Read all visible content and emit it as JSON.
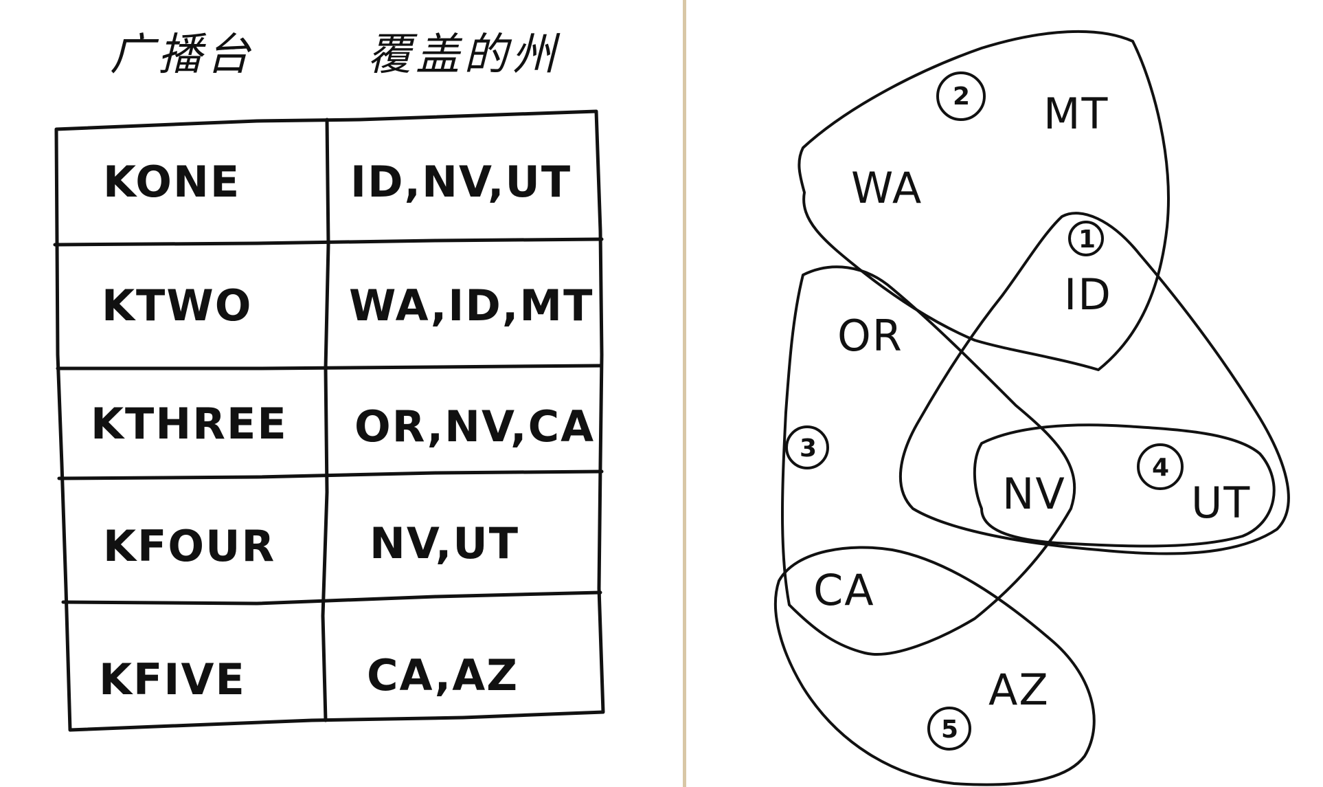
{
  "table": {
    "headers": {
      "station": "广播台",
      "states": "覆盖的州"
    },
    "rows": [
      {
        "station": "KONE",
        "states": "ID,NV,UT"
      },
      {
        "station": "KTWO",
        "states": "WA,ID,MT"
      },
      {
        "station": "KTHREE",
        "states": "OR,NV,CA"
      },
      {
        "station": "KFOUR",
        "states": "NV,UT"
      },
      {
        "station": "KFIVE",
        "states": "CA,AZ"
      }
    ]
  },
  "diagram": {
    "sets": [
      {
        "number": "1",
        "states": [
          "ID",
          "NV",
          "UT"
        ]
      },
      {
        "number": "2",
        "states": [
          "WA",
          "ID",
          "MT"
        ]
      },
      {
        "number": "3",
        "states": [
          "OR",
          "NV",
          "CA"
        ]
      },
      {
        "number": "4",
        "states": [
          "NV",
          "UT"
        ]
      },
      {
        "number": "5",
        "states": [
          "CA",
          "AZ"
        ]
      }
    ],
    "state_labels": {
      "wa": "WA",
      "mt": "MT",
      "id": "ID",
      "or": "OR",
      "nv": "NV",
      "ut": "UT",
      "ca": "CA",
      "az": "AZ"
    }
  },
  "colors": {
    "ink": "#111111",
    "background": "#ffffff",
    "divider": "#d8c7a6"
  }
}
